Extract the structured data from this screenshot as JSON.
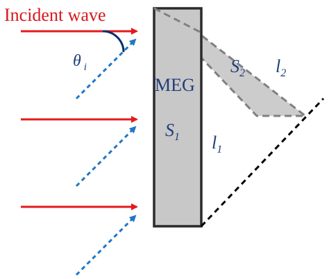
{
  "title": "Incident wave",
  "labels": {
    "theta": "θ",
    "theta_sub": "i",
    "meg": "MEG",
    "s1": "S",
    "s1_sub": "1",
    "s2": "S",
    "s2_sub": "2",
    "l1": "l",
    "l1_sub": "1",
    "l2": "l",
    "l2_sub": "2"
  },
  "colors": {
    "incident_arrow": "#e31a1c",
    "oblique_arrow": "#1f77c4",
    "title_text": "#d7191c",
    "slab_fill": "#c8c8c8",
    "slab_stroke": "#2b2b2b",
    "reflected_fill": "#cccccc",
    "reflected_stroke": "#808080",
    "angle_arc": "#0b2d6b",
    "text": "#1f3d7a",
    "black_dash": "#000000"
  }
}
